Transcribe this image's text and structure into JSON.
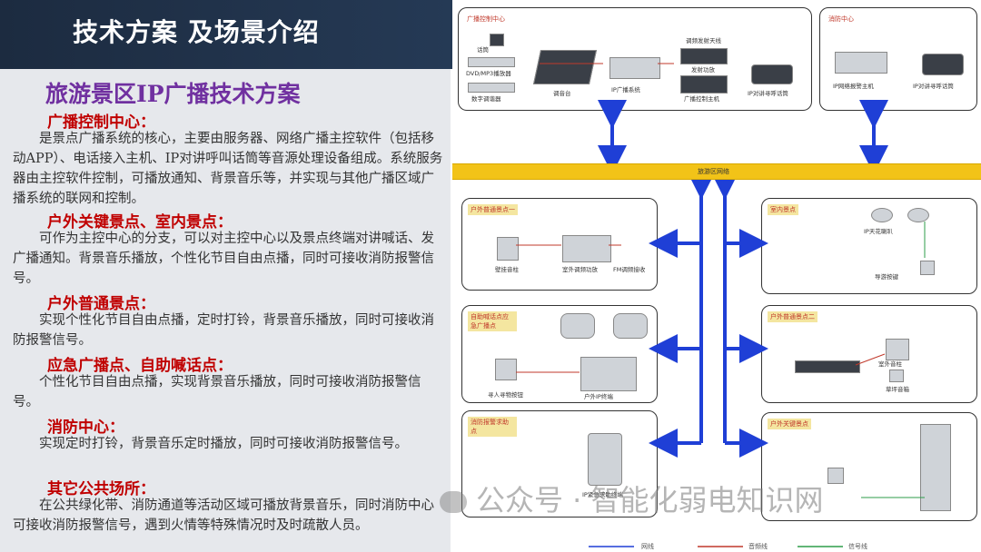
{
  "header": {
    "title": "技术方案 及场景介绍"
  },
  "left": {
    "title": "旅游景区IP广播技术方案",
    "sections": [
      {
        "heading": "广播控制中心：",
        "body": "是景点广播系统的核心，主要由服务器、网络广播主控软件（包括移动APP）、电话接入主机、IP对讲呼叫话筒等音源处理设备组成。系统服务器由主控软件控制，可播放通知、背景音乐等，并实现与其他广播区域广播系统的联网和控制。"
      },
      {
        "heading": "户外关键景点、室内景点：",
        "body": "可作为主控中心的分支，可以对主控中心以及景点终端对讲喊话、发广播通知。背景音乐播放，个性化节目自由点播，同时可接收消防报警信号。"
      },
      {
        "heading": "户外普通景点：",
        "body": "实现个性化节目自由点播，定时打铃，背景音乐播放，同时可接收消防报警信号。"
      },
      {
        "heading": "应急广播点、自助喊话点：",
        "body": "个性化节目自由点播，实现背景音乐播放，同时可接收消防报警信号。"
      },
      {
        "heading": "消防中心：",
        "body": "实现定时打铃，背景音乐定时播放，同时可接收消防报警信号。"
      },
      {
        "heading": "其它公共场所：",
        "body": "在公共绿化带、消防通道等活动区域可播放背景音乐，同时消防中心可接收消防报警信号，遇到火情等特殊情况时及时疏散人员。"
      }
    ]
  },
  "diagram": {
    "control_center": {
      "tag": "广播控制中心",
      "labels": [
        "话筒",
        "DVD/MP3播放器",
        "数字调谐器",
        "调音台",
        "IP广播系统",
        "调频发射天线",
        "发射功放",
        "广播控制主机",
        "IP对讲寻呼话筒"
      ]
    },
    "fire_center": {
      "tag": "消防中心",
      "labels": [
        "IP网络报警主机",
        "IP对讲寻呼话筒"
      ]
    },
    "bus_label": "旅游区网络",
    "outdoor_key_1": {
      "tag": "户外普通景点一",
      "labels": [
        "壁挂音柱",
        "室外调频功放",
        "FM调频接收"
      ]
    },
    "indoor": {
      "tag": "室内景点",
      "labels": [
        "IP天花喇叭",
        "导游按键"
      ]
    },
    "emergency": {
      "tag": "自助喊话点应急广播点",
      "labels": [
        "寻人寻物按钮",
        "户外IP终端"
      ]
    },
    "outdoor_normal_2": {
      "tag": "户外普通景点二",
      "labels": [
        "室外音柱",
        "草坪音箱"
      ]
    },
    "fire_point": {
      "tag": "消防报警求助点",
      "labels": [
        "IP紧急求助终端"
      ]
    },
    "outdoor_key": {
      "tag": "户外关键景点",
      "labels": []
    },
    "legend": [
      "网线",
      "音频线",
      "信号线"
    ]
  },
  "watermark": "公众号 · 智能化弱电知识网",
  "colors": {
    "header_bg": "#1b2a3f",
    "title_purple": "#7030a0",
    "heading_red": "#c00000",
    "bus_yellow": "#f2c318",
    "arrow_blue": "#1f3fd6"
  }
}
